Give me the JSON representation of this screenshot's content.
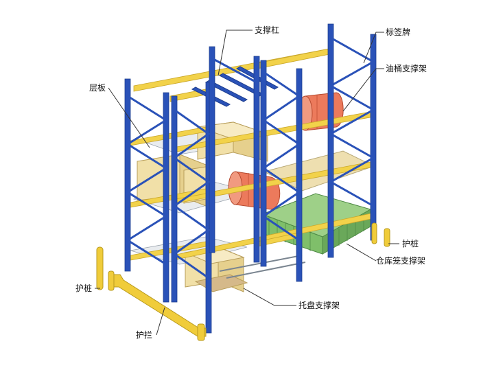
{
  "labels": {
    "support_bar": "支撑杠",
    "sign_plate": "标签牌",
    "barrel_support": "油桶支撑架",
    "shelf_board": "层板",
    "guard_post_right": "护桩",
    "cage_support": "仓库笼支撑架",
    "guard_post_left": "护桩",
    "pallet_support": "托盘支撑架",
    "guard_rail": "护拦"
  },
  "colors": {
    "upright_blue": "#2a52b8",
    "beam_yellow": "#f2d24a",
    "guard_yellow": "#f0cc3a",
    "box_tan": "#f1e0a8",
    "barrel_red": "#ec7a5c",
    "cage_green": "#7fbf6a",
    "panel_beige": "#eedfb0",
    "leader_line": "#333333"
  }
}
